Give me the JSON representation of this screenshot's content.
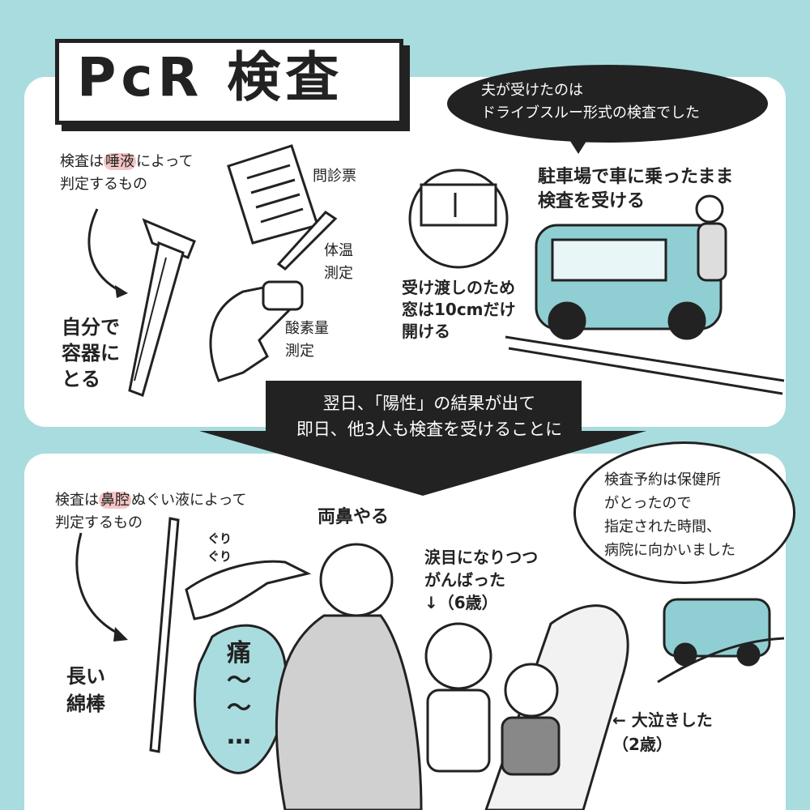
{
  "title": "PcR 検査",
  "top": {
    "saliva_note": {
      "before": "検査は",
      "highlight": "唾液",
      "after": "によって\n判定するもの"
    },
    "questionnaire": "問診票",
    "thermometer": "体温\n測定",
    "oximeter": "酸素量\n測定",
    "self_collect": "自分で\n容器に\nとる",
    "bubble": "夫が受けたのは\nドライブスルー形式の検査でした",
    "parking": "駐車場で車に乗ったまま\n検査を受ける",
    "window": "受け渡しのため\n窓は10cmだけ\n開ける"
  },
  "arrow_text": "翌日、「陽性」の結果が出て\n即日、他3人も検査を受けることに",
  "bottom": {
    "nasal_note": {
      "before": "検査は",
      "highlight": "鼻腔",
      "after": "ぬぐい液によって\n判定するもの"
    },
    "both_nostrils": "両鼻やる",
    "guri": "ぐり\nぐり",
    "long_swab": "長い\n綿棒",
    "pain": "痛\n〜\n〜\n…",
    "bubble": "検査予約は保健所\nがとったので\n指定された時間、\n病院に向かいました",
    "teary": "涙目になりつつ\nがんばった\n↓（6歳）",
    "cried": "← 大泣きした\n（2歳）"
  },
  "colors": {
    "background": "#a9dcdf",
    "car": "#8fcfd3",
    "highlight": "#f5c6c6",
    "stripe": "#f5e700"
  }
}
